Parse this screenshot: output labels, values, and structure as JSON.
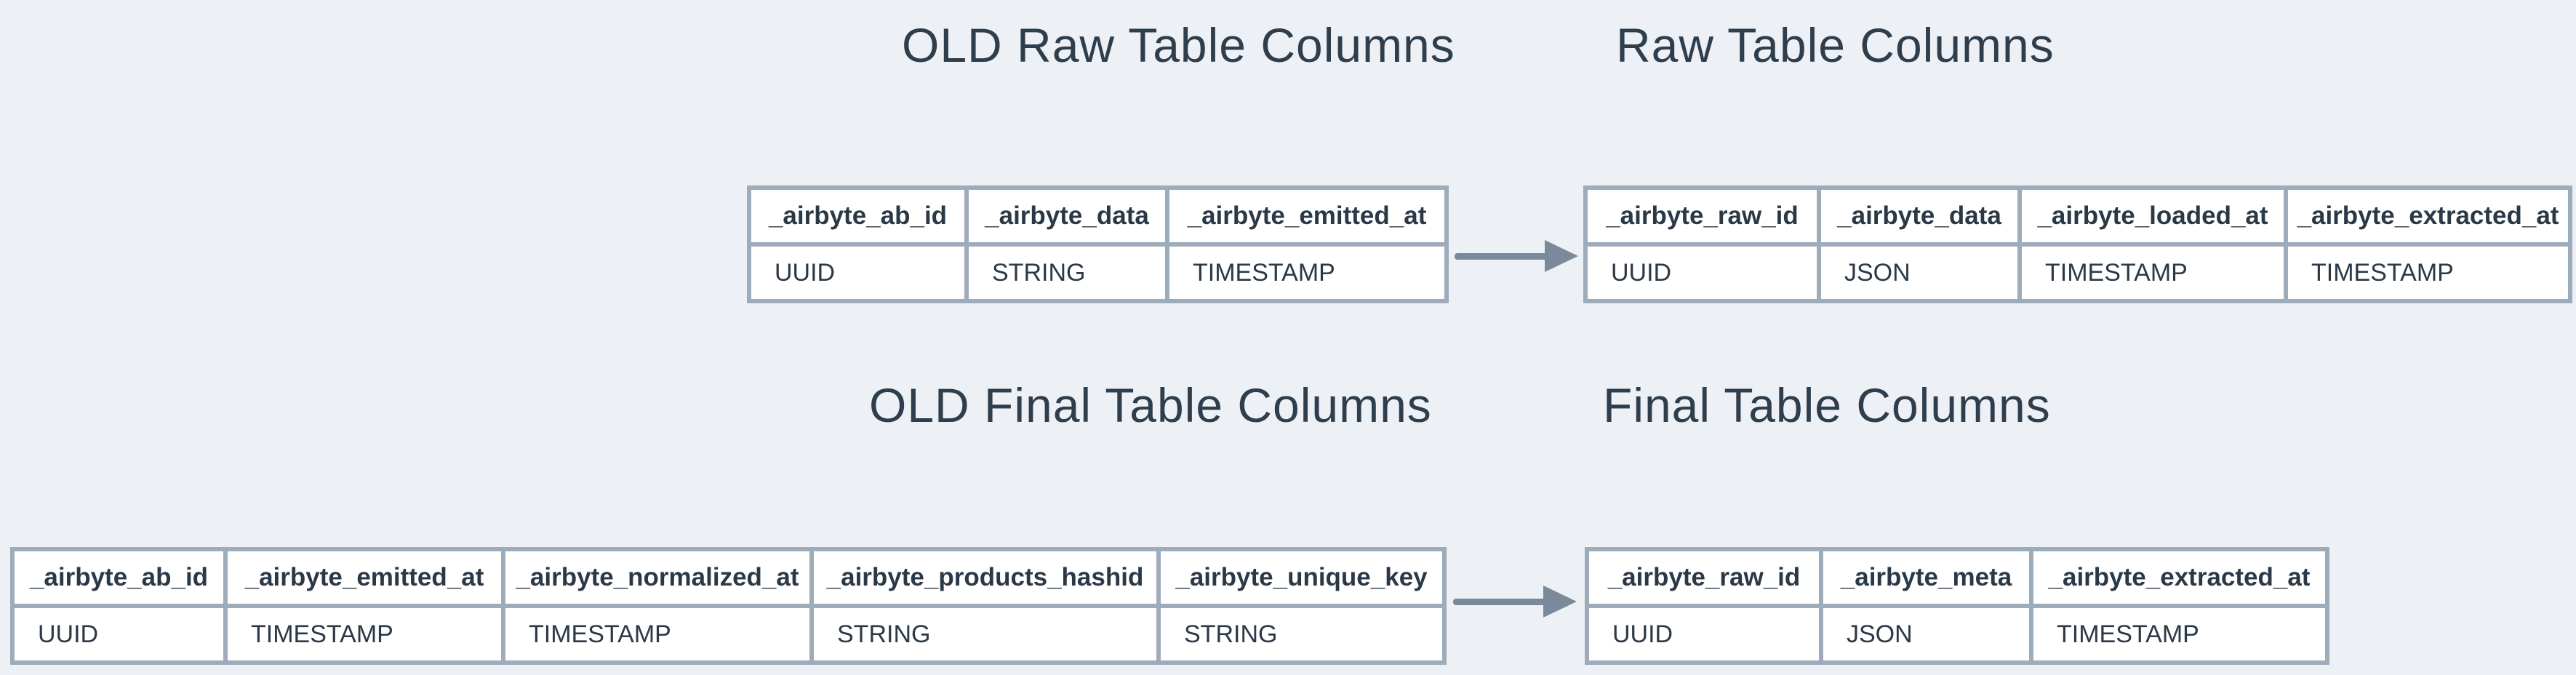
{
  "palette": {
    "page_bg": "#edf1f5",
    "border_color": "#9dacba",
    "peach": "#f9e5d7",
    "pink": "#f6d7dc",
    "teal": "#d2e8e4",
    "white": "#ffffff",
    "arrow_color": "#7b8a9a",
    "title_color": "#2f3e4d",
    "cell_text": "#2b3947"
  },
  "titles": {
    "old_raw": "OLD Raw Table Columns",
    "raw": "Raw Table Columns",
    "old_final": "OLD Final Table Columns",
    "final": "Final Table Columns"
  },
  "icons": {
    "raw_migration_arrow": "arrow-right",
    "final_migration_arrow": "arrow-right"
  },
  "tables": {
    "old_raw": {
      "columns": [
        {
          "header": "_airbyte_ab_id",
          "header_bg": "peach",
          "type": "UUID",
          "type_bg": "white"
        },
        {
          "header": "_airbyte_data",
          "header_bg": "white",
          "type": "STRING",
          "type_bg": "peach"
        },
        {
          "header": "_airbyte_emitted_at",
          "header_bg": "peach",
          "type": "TIMESTAMP",
          "type_bg": "white"
        }
      ]
    },
    "raw": {
      "columns": [
        {
          "header": "_airbyte_raw_id",
          "header_bg": "peach",
          "type": "UUID",
          "type_bg": "white"
        },
        {
          "header": "_airbyte_data",
          "header_bg": "white",
          "type": "JSON",
          "type_bg": "peach"
        },
        {
          "header": "_airbyte_loaded_at",
          "header_bg": "teal",
          "type": "TIMESTAMP",
          "type_bg": "white"
        },
        {
          "header": "_airbyte_extracted_at",
          "header_bg": "peach",
          "type": "TIMESTAMP",
          "type_bg": "white"
        }
      ]
    },
    "old_final": {
      "columns": [
        {
          "header": "_airbyte_ab_id",
          "header_bg": "peach",
          "type": "UUID",
          "type_bg": "white"
        },
        {
          "header": "_airbyte_emitted_at",
          "header_bg": "pink",
          "type": "TIMESTAMP",
          "type_bg": "white"
        },
        {
          "header": "_airbyte_normalized_at",
          "header_bg": "pink",
          "type": "TIMESTAMP",
          "type_bg": "white"
        },
        {
          "header": "_airbyte_products_hashid",
          "header_bg": "pink",
          "type": "STRING",
          "type_bg": "white"
        },
        {
          "header": "_airbyte_unique_key",
          "header_bg": "pink",
          "type": "STRING",
          "type_bg": "white"
        }
      ]
    },
    "final": {
      "columns": [
        {
          "header": "_airbyte_raw_id",
          "header_bg": "peach",
          "type": "UUID",
          "type_bg": "white"
        },
        {
          "header": "_airbyte_meta",
          "header_bg": "teal",
          "type": "JSON",
          "type_bg": "white"
        },
        {
          "header": "_airbyte_extracted_at",
          "header_bg": "teal",
          "type": "TIMESTAMP",
          "type_bg": "white"
        }
      ]
    }
  }
}
